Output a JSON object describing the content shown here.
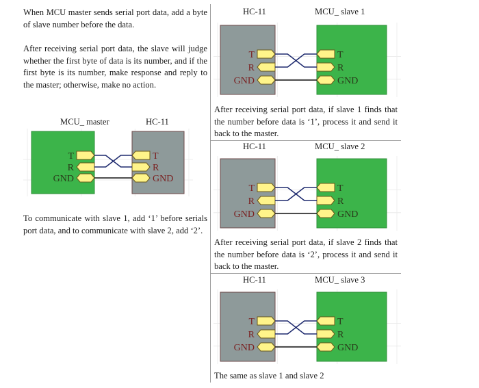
{
  "left_column": {
    "para1": "When MCU master sends serial port data, add a byte of slave number before the data.",
    "para2": "After receiving serial port data, the slave will judge whether the first byte of data is its number, and if the first byte is its number, make response and reply to the master; otherwise, make no action.",
    "diagram": {
      "left_label": "MCU_ master",
      "right_label": "HC-11",
      "left_board": "mcu",
      "right_board": "hc11"
    },
    "para3": "To communicate with slave 1, add ‘1’ before serials port data, and to communicate with slave 2, add ‘2’."
  },
  "right_column": {
    "sections": [
      {
        "left_label": "HC-11",
        "right_label": "MCU_ slave 1",
        "caption": "After receiving serial port data, if slave 1 finds that the number before data is ‘1’, process it and send it back to the master."
      },
      {
        "left_label": "HC-11",
        "right_label": "MCU_ slave 2",
        "caption": "After receiving serial port data, if slave 2 finds that the number before data is ‘2’, process it and send it back to the master."
      },
      {
        "left_label": "HC-11",
        "right_label": "MCU_ slave 3",
        "caption": "The same as slave 1 and slave 2"
      }
    ]
  },
  "pins": [
    "T",
    "R",
    "GND"
  ],
  "colors": {
    "mcu_board": "#3cb44a",
    "hc11_board": "#8e9a9a",
    "pin_fill": "#fff48a",
    "pin_stroke": "#6b5a1a",
    "cross_wire": "#1e2a6e",
    "gnd_wire": "#111111",
    "hc11_label": "#7a1f1f",
    "mcu_label": "#2a3a1a"
  }
}
